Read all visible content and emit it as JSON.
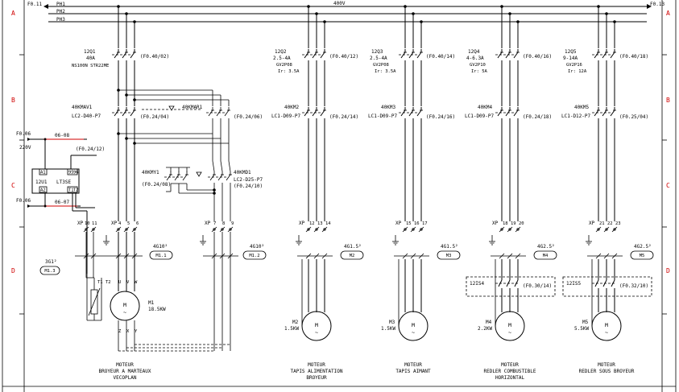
{
  "page_refs": {
    "left": "F0.11",
    "right": "F0.13"
  },
  "bus": {
    "voltage": "400V",
    "phases": [
      "PH1",
      "PH2",
      "PH3"
    ]
  },
  "row_labels": [
    "A",
    "B",
    "C",
    "D"
  ],
  "control": {
    "in_ref": "F0.06",
    "in_volt": "220V",
    "in_wire": "06-08",
    "out_ref": "F0.06",
    "out_wire": "06-07",
    "relay_name": "12U1",
    "relay_model": "LT3SE",
    "relay_pins": [
      "A1",
      "A2",
      "95",
      "96",
      "T1",
      "T2"
    ],
    "relay_ref": "(F0.24/12)"
  },
  "main_contactors": {
    "km1": "40KMAV1",
    "km1_model": "LC2-D40-P7",
    "km1_ref": "(F0.24/04)",
    "km2": "40KMAR1",
    "km2_ref": "(F0.24/06)",
    "ky1": "40KMY1",
    "ky1_ref": "(F0.24/08)",
    "kd1": "40KMD1",
    "kd1_model": "LC2-D25-P7",
    "kd1_ref": "(F0.24/10)"
  },
  "m1": {
    "breaker": "12Q1",
    "breaker_amp": "40A",
    "breaker_model": "NS100N STR22ME",
    "breaker_ref": "(F0.40/02)",
    "xp": "XP",
    "xp_a": [
      "10",
      "11"
    ],
    "xp_b": [
      "4",
      "5",
      "6"
    ],
    "cable": "4G10²",
    "cable_id": "M1.1",
    "xp2": "XP",
    "xp2_nums": [
      "7",
      "8",
      "9"
    ],
    "cable2": "4G10²",
    "cable2_id": "M1.2",
    "temp_cable": "3G1²",
    "temp_id": "M1.3",
    "therm": [
      "T1",
      "T2"
    ],
    "w_top": [
      "U",
      "V",
      "W"
    ],
    "w_bot": [
      "Z",
      "X",
      "Y"
    ],
    "name": "M1",
    "power": "18.5KW",
    "caption": [
      "MOTEUR",
      "BROYEUR A MARTEAUX",
      "VECOPLAN"
    ]
  },
  "motors": [
    {
      "breaker": "12Q2",
      "range": "2.5-4A",
      "model": "GV2P08",
      "ir": "Ir: 3.5A",
      "ref": "(F0.40/12)",
      "contactor": "40KM2",
      "c_model": "LC1-D09-P7",
      "c_ref": "(F0.24/14)",
      "xp": "XP",
      "xp_nums": [
        "12",
        "13",
        "14"
      ],
      "cable": "4G1.5²",
      "cable_id": "M2",
      "name": "M2",
      "power": "1.5KW",
      "caption": [
        "MOTEUR",
        "TAPIS ALIMENTATION",
        "BROYEUR"
      ]
    },
    {
      "breaker": "12Q3",
      "range": "2.5-4A",
      "model": "GV2P08",
      "ir": "Ir: 3.5A",
      "ref": "(F0.40/14)",
      "contactor": "40KM3",
      "c_model": "LC1-D09-P7",
      "c_ref": "(F0.24/16)",
      "xp": "XP",
      "xp_nums": [
        "15",
        "16",
        "17"
      ],
      "cable": "4G1.5²",
      "cable_id": "M3",
      "name": "M3",
      "power": "1.5KW",
      "caption": [
        "MOTEUR",
        "TAPIS AIMANT"
      ]
    },
    {
      "breaker": "12Q4",
      "range": "4-6.3A",
      "model": "GV2P10",
      "ir": "Ir: 5A",
      "ref": "(F0.40/16)",
      "contactor": "40KM4",
      "c_model": "LC1-D09-P7",
      "c_ref": "(F0.24/18)",
      "xp": "XP",
      "xp_nums": [
        "18",
        "19",
        "20"
      ],
      "cable": "4G2.5²",
      "cable_id": "M4",
      "switch": "12IS4",
      "switch_ref": "(F0.30/14)",
      "name": "M4",
      "power": "2.2KW",
      "caption": [
        "MOTEUR",
        "REDLER COMBUSTIBLE",
        "HORIZONTAL"
      ]
    },
    {
      "breaker": "12Q5",
      "range": "9-14A",
      "model": "GV2P16",
      "ir": "Ir: 12A",
      "ref": "(F0.40/18)",
      "contactor": "40KM5",
      "c_model": "LC1-D12-P7",
      "c_ref": "(F0.25/04)",
      "xp": "XP",
      "xp_nums": [
        "21",
        "22",
        "23"
      ],
      "cable": "4G2.5²",
      "cable_id": "M5",
      "switch": "12IS5",
      "switch_ref": "(F0.32/10)",
      "name": "M5",
      "power": "5.5KW",
      "caption": [
        "MOTEUR",
        "REDLER SOUS BROYEUR"
      ]
    }
  ]
}
